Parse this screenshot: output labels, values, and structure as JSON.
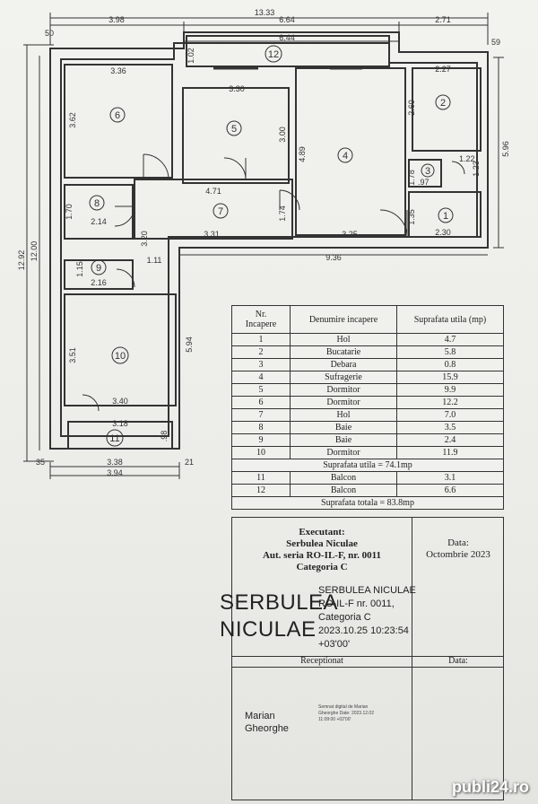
{
  "dimensions": {
    "top_total": "13.33",
    "top_left": "3.98",
    "top_mid": "6.64",
    "top_right": "2.71",
    "balcony12_inner": "6.44",
    "wall_left_top": "50",
    "wall_right_top": "59",
    "total_height": "12.92",
    "height_inner": "12.00",
    "right_height": "5.96",
    "room6_w": "3.36",
    "room6_h": "3.62",
    "room5_w": "3.30",
    "room5_h": "3.00",
    "balc12_h": "1.02",
    "room4_h": "4.89",
    "room2_w": "2.27",
    "room2_h": "2.60",
    "room3_h": "1.22",
    "room3_h2": "1.23",
    "room3_w": ".97",
    "room3_h3": "1.78",
    "room1_h": "1.35",
    "room1_w": "2.30",
    "room7_w": "4.71",
    "room7_h": "1.74",
    "room8_h": "1.70",
    "room8_w": "2.14",
    "hall_h": "3.20",
    "hall_w": "3.31",
    "room4_w": "3.25",
    "bottom_inner": "9.36",
    "room9_h": "1.15",
    "room9_w": "2.16",
    "hall_w2": "1.11",
    "room10_h": "3.51",
    "room10_right": "5.94",
    "room10_w": "3.40",
    "balc11_w": "3.18",
    "balc11_h": ".98",
    "bottom_left": "35",
    "bottom_mid": "3.38",
    "bottom_right": "21",
    "bottom_total": "3.94"
  },
  "room_numbers": [
    "1",
    "2",
    "3",
    "4",
    "5",
    "6",
    "7",
    "8",
    "9",
    "10",
    "11",
    "12"
  ],
  "table": {
    "header_nr": "Nr.\nIncapere",
    "header_den": "Denumire incapere",
    "header_sup": "Suprafata utila (mp)",
    "rows": [
      {
        "nr": "1",
        "name": "Hol",
        "area": "4.7"
      },
      {
        "nr": "2",
        "name": "Bucatarie",
        "area": "5.8"
      },
      {
        "nr": "3",
        "name": "Debara",
        "area": "0.8"
      },
      {
        "nr": "4",
        "name": "Sufragerie",
        "area": "15.9"
      },
      {
        "nr": "5",
        "name": "Dormitor",
        "area": "9.9"
      },
      {
        "nr": "6",
        "name": "Dormitor",
        "area": "12.2"
      },
      {
        "nr": "7",
        "name": "Hol",
        "area": "7.0"
      },
      {
        "nr": "8",
        "name": "Baie",
        "area": "3.5"
      },
      {
        "nr": "9",
        "name": "Baie",
        "area": "2.4"
      },
      {
        "nr": "10",
        "name": "Dormitor",
        "area": "11.9"
      }
    ],
    "util_total": "Suprafata utila = 74.1mp",
    "balcony_rows": [
      {
        "nr": "11",
        "name": "Balcon",
        "area": "3.1"
      },
      {
        "nr": "12",
        "name": "Balcon",
        "area": "6.6"
      }
    ],
    "grand_total": "Suprafata totala = 83.8mp"
  },
  "signature": {
    "exec_label": "Executant:",
    "exec_name": "Serbulea Niculae",
    "exec_aut": "Aut. seria RO-IL-F, nr. 0011",
    "exec_cat": "Categoria C",
    "date_label": "Data:",
    "date_value": "Octombrie 2023",
    "big_line1": "SERBULEA",
    "big_line2": "NICULAE",
    "digi_line1": "SERBULEA NICULAE",
    "digi_line2": "RO-IL-F nr. 0011,",
    "digi_line3": "Categoria C",
    "digi_line4": "2023.10.25 10:23:54",
    "digi_line5": "+03'00'",
    "receptionat": "Receptionat",
    "data2": "Data:",
    "marian1": "Marian",
    "marian2": "Gheorghe",
    "tiny": "Semnat digital de Marian Gheorghe Date: 2023.12.02 11:09:00 +02'00'"
  },
  "logo": "publi24.ro"
}
